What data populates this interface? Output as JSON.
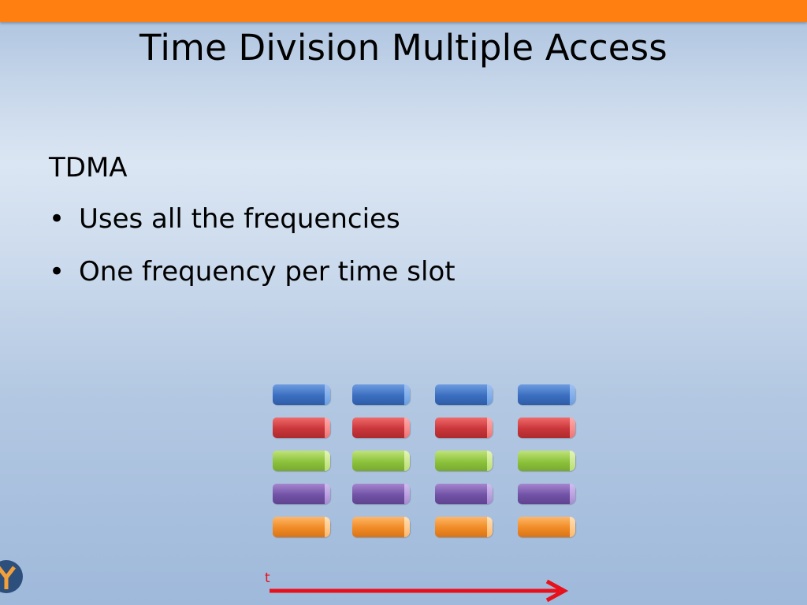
{
  "slide": {
    "title": "Time Division Multiple Access",
    "heading": "TDMA",
    "bullets": [
      "Uses all the frequencies",
      "One frequency per time slot"
    ],
    "bullet_glyph": "•"
  },
  "diagram": {
    "frequency_rows": [
      "blue",
      "red",
      "green",
      "purple",
      "orange"
    ],
    "time_slot_count": 4,
    "time_axis_label": "t",
    "colors": {
      "accent_bar": "#ff7f11",
      "blue": "#3a6ebf",
      "red": "#c9363a",
      "green": "#8cc23c",
      "purple": "#7152a6",
      "orange": "#f08a25",
      "arrow": "#e8101a"
    }
  },
  "logo": {
    "icon": "y-logo-icon"
  }
}
